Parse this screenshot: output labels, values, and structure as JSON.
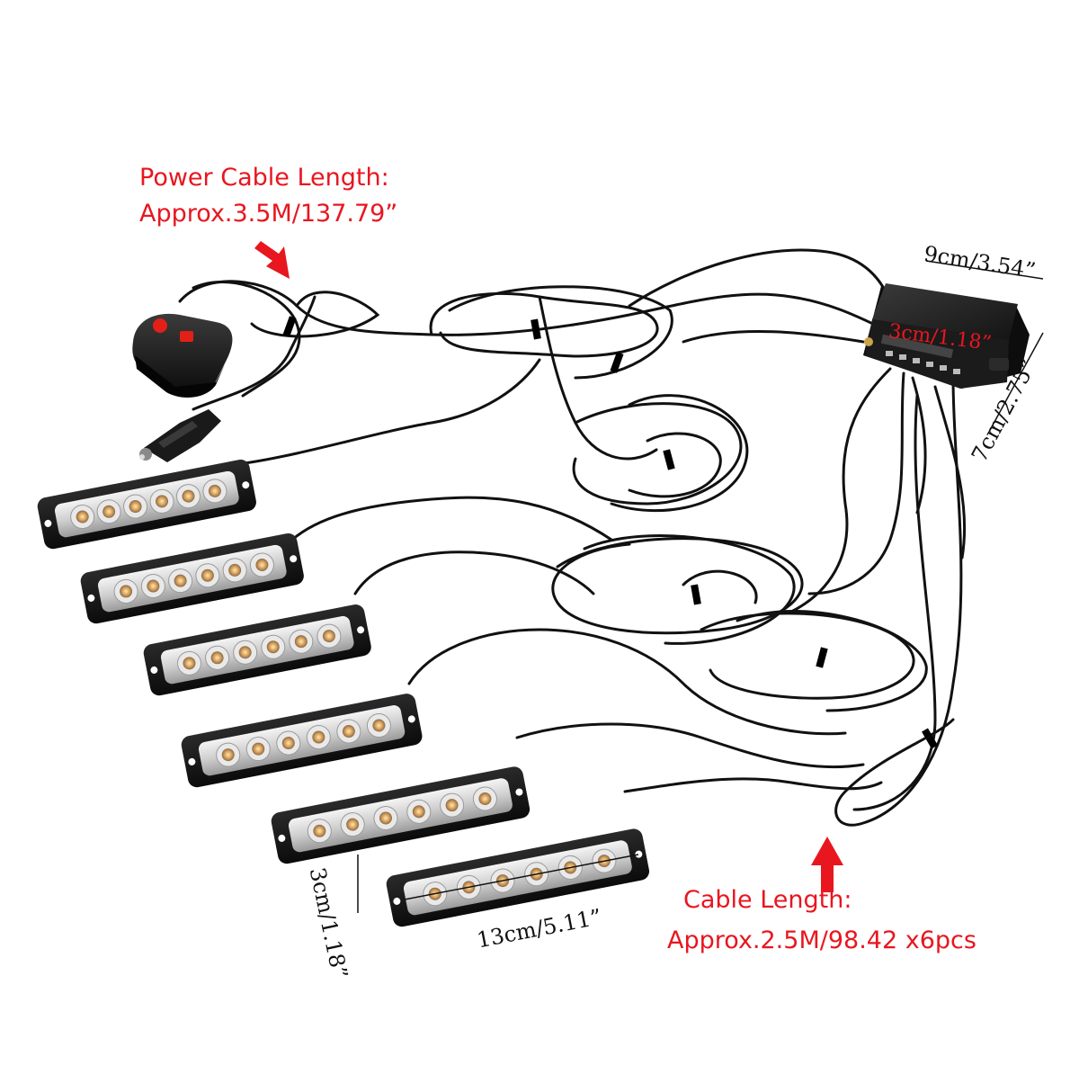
{
  "annotations": {
    "power_cable_title": "Power Cable Length:",
    "power_cable_value": "Approx.3.5M/137.79”",
    "cable_title": "Cable Length:",
    "cable_value": "Approx.2.5M/98.42 x6pcs",
    "box_width": "9cm/3.54”",
    "box_height": "3cm/1.18”",
    "box_depth": "7cm/2.75”",
    "bar_length": "13cm/5.11”",
    "bar_height": "3cm/1.18”"
  },
  "colors": {
    "label_red": "#e8161f",
    "arrow_red": "#e8161f",
    "cable_black": "#111111",
    "led_amber": "#d9a25a"
  },
  "product": {
    "light_bar_count": 6,
    "leds_per_bar": 6
  }
}
